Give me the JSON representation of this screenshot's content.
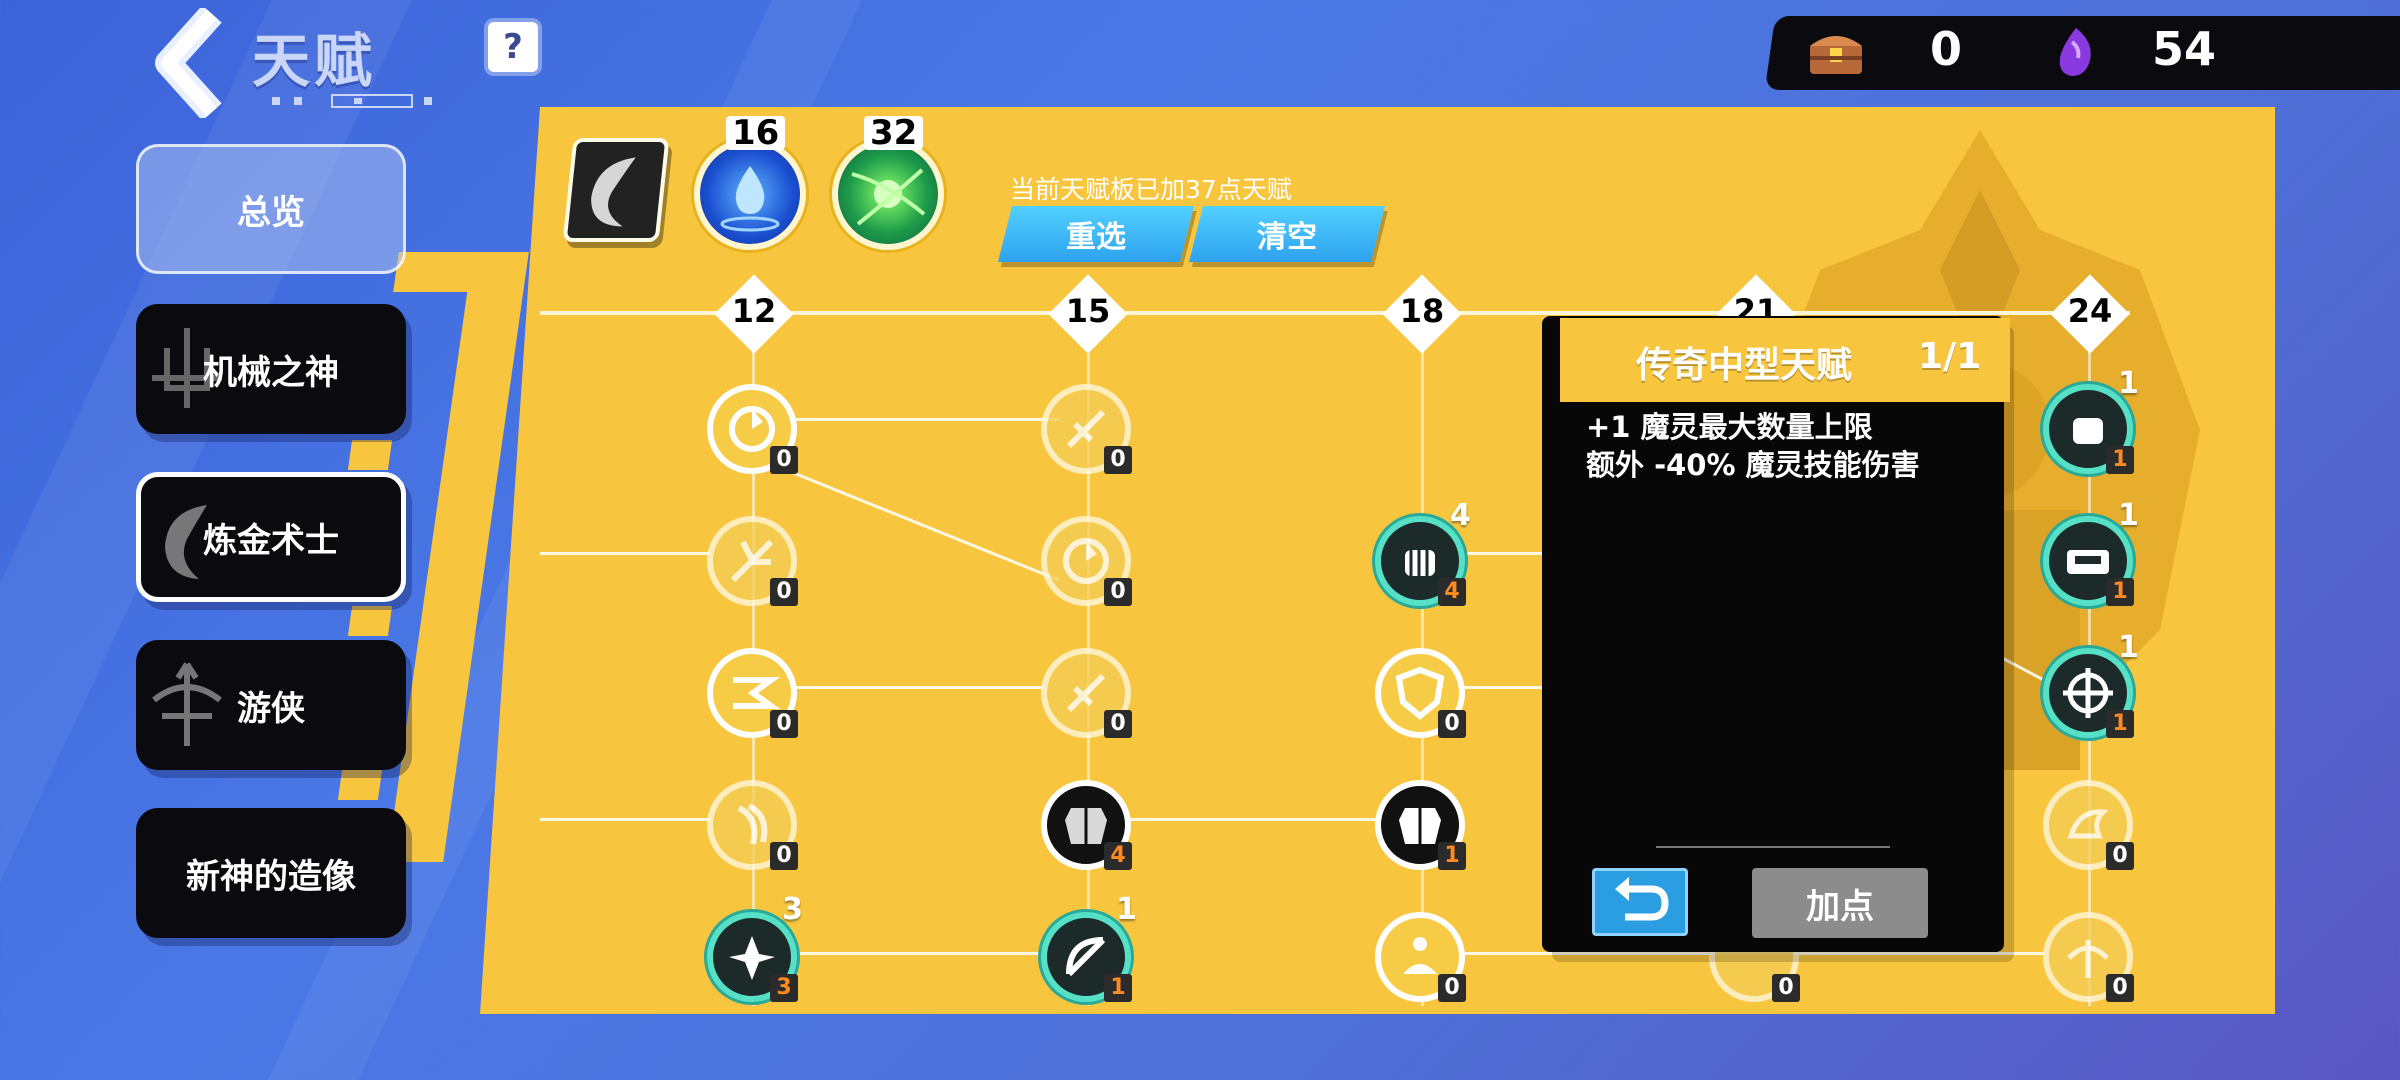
{
  "header": {
    "title": "天赋",
    "help_label": "?"
  },
  "currency": {
    "chest_value": "0",
    "gem_value": "54"
  },
  "tabs": [
    {
      "label": "总览"
    },
    {
      "label": "机械之神"
    },
    {
      "label": "炼金术士"
    },
    {
      "label": "游侠"
    },
    {
      "label": "新神的造像"
    }
  ],
  "board": {
    "orbs": [
      {
        "value": "16"
      },
      {
        "value": "32"
      }
    ],
    "info_text": "当前天赋板已加37点天赋",
    "reselect_label": "重选",
    "clear_label": "清空",
    "levels": [
      "12",
      "15",
      "18",
      "21",
      "24"
    ]
  },
  "nodes": {
    "c12": [
      {
        "count": "0"
      },
      {
        "count": "0"
      },
      {
        "count": "0"
      },
      {
        "count": "0"
      },
      {
        "count": "3",
        "cap": "3"
      }
    ],
    "c15": [
      {
        "count": "0"
      },
      {
        "count": "0"
      },
      {
        "count": "0"
      },
      {
        "count": "4"
      },
      {
        "count": "1",
        "cap": "1"
      }
    ],
    "c18": [
      {
        "count": "4",
        "cap": "4"
      },
      {
        "count": "0"
      },
      {
        "count": "1"
      },
      {
        "count": "0"
      }
    ],
    "c21": [
      {
        "count": "0"
      }
    ],
    "c24": [
      {
        "count": "1",
        "cap": "1"
      },
      {
        "count": "1",
        "cap": "1"
      },
      {
        "count": "1",
        "cap": "1"
      },
      {
        "count": "0"
      },
      {
        "count": "0"
      }
    ]
  },
  "popup": {
    "title": "传奇中型天赋",
    "count": "1/1",
    "line1": "+1 魔灵最大数量上限",
    "line2": "额外 -40% 魔灵技能伤害",
    "add_label": "加点"
  },
  "colors": {
    "board": "#f8c63e",
    "accent_blue": "#2ea2ee",
    "learned_ring": "#56e1c7"
  }
}
